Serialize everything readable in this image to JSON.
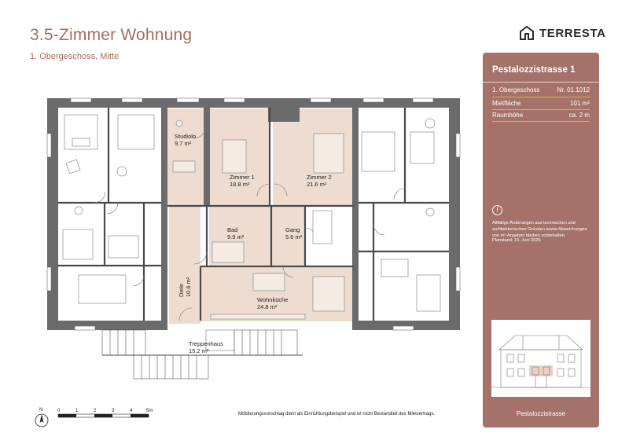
{
  "header": {
    "title": "3.5-Zimmer Wohnung",
    "subtitle": "1. Obergeschoss, Mitte"
  },
  "brand": {
    "name": "TERRESTA",
    "logo_icon": "house-outline-icon"
  },
  "colors": {
    "accent": "#a76c5e",
    "panel": "#a5726a",
    "room_fill": "#efdcd0",
    "wall": "#6a6a6a",
    "highlight_line": "#d6b24f"
  },
  "panel": {
    "street": "Pestalozzistrasse 1",
    "floor_label": "1. Obergeschoss",
    "unit_no": "Nr. 01.1012",
    "area_label": "Mietfläche",
    "area_value": "101 m²",
    "height_label": "Raumhöhe",
    "height_value": "ca. 2 m",
    "info_icon": "info-icon",
    "note": "Allfällige Änderungen aus technischen und architektonischen Gründen sowie Abweichungen von m²-Angaben bleiben vorbehalten.",
    "plan_date": "Planstand: 15. Juni 2026",
    "building_caption": "Pestalozzistrasse"
  },
  "rooms": [
    {
      "name": "Studiolo",
      "area": "9.7 m²"
    },
    {
      "name": "Zimmer 1",
      "area": "18.8 m²"
    },
    {
      "name": "Zimmer 2",
      "area": "21.6 m²"
    },
    {
      "name": "Bad",
      "area": "9.9 m²"
    },
    {
      "name": "Gang",
      "area": "5.6 m²"
    },
    {
      "name": "Diele",
      "area": "10.6 m²"
    },
    {
      "name": "Wohnküche",
      "area": "24.8 m²"
    },
    {
      "name": "Treppenhaus",
      "area": "15.2 m²"
    }
  ],
  "footer": {
    "disclaimer": "Möblierungsvorschlag dient als Einrichtungsbeispiel und ist nicht Bestandteil des Mietvertrags.",
    "compass_letter": "N",
    "scale_ticks": [
      "0",
      "1",
      "2",
      "3",
      "4",
      "5m"
    ]
  }
}
